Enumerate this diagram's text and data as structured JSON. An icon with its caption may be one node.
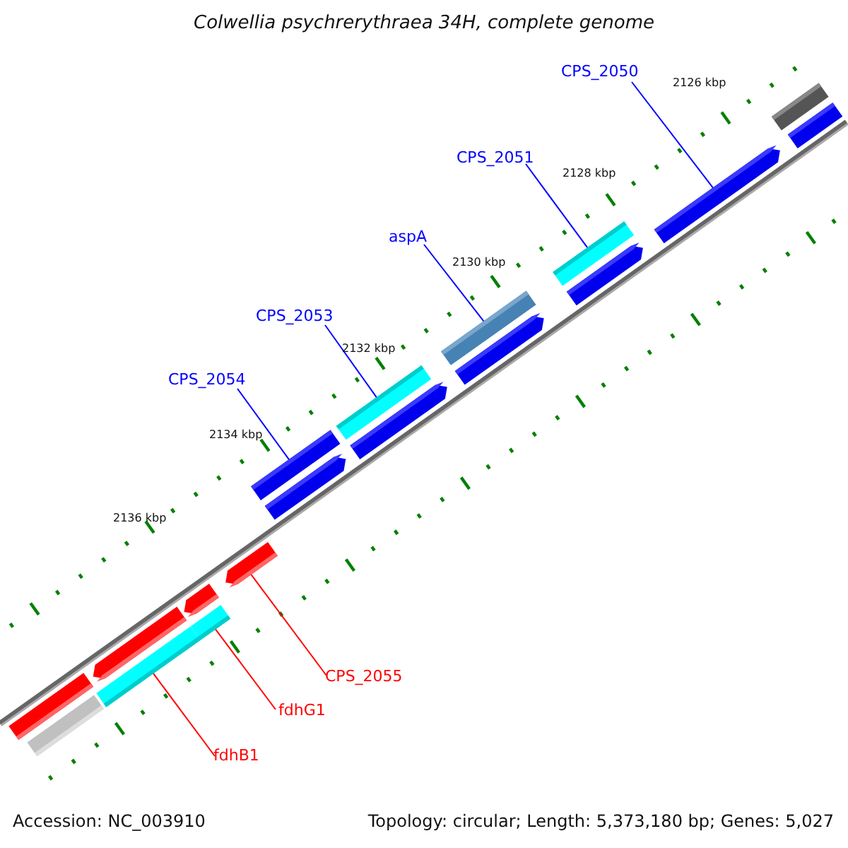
{
  "diagram": {
    "title": "Colwellia psychrerythraea 34H, complete genome",
    "nodes": [
      {
        "text": [
          "CPS_2050"
        ]
      },
      {
        "text": [
          "CPS_2051"
        ]
      },
      {
        "text": [
          "aspA"
        ]
      },
      {
        "text": [
          "CPS_2053"
        ]
      },
      {
        "text": [
          "CPS_2054"
        ]
      },
      {
        "text": [
          "CPS_2055"
        ]
      },
      {
        "text": [
          "fdhG1"
        ]
      },
      {
        "text": [
          "fdhB1"
        ]
      },
      {
        "text": [],
        "shape": "bar"
      },
      {
        "text": [],
        "shape": "bar"
      },
      {
        "text": [],
        "shape": "bar"
      },
      {
        "text": [],
        "shape": "bar"
      },
      {
        "text": [],
        "shape": "bar"
      },
      {
        "text": [],
        "shape": "bar"
      },
      {
        "text": [],
        "shape": "bar"
      },
      {
        "text": [],
        "shape": "bar"
      }
    ],
    "edges": [
      {
        "from": 0,
        "to": 15,
        "arrow": "none"
      },
      {
        "from": 1,
        "to": 14,
        "arrow": "none"
      },
      {
        "from": 2,
        "to": 13,
        "arrow": "none"
      },
      {
        "from": 3,
        "to": 12,
        "arrow": "none"
      },
      {
        "from": 4,
        "to": 11,
        "arrow": "none"
      },
      {
        "from": 5,
        "to": 10,
        "arrow": "none",
        "color": "#ff0000"
      },
      {
        "from": 6,
        "to": 9,
        "arrow": "none",
        "color": "#ff0000"
      },
      {
        "from": 7,
        "to": 8,
        "arrow": "none",
        "color": "#ff0000"
      }
    ],
    "labels": [
      "2126 kbp",
      "2128 kbp",
      "2130 kbp",
      "2132 kbp",
      "2134 kbp",
      "2136 kbp",
      "Accession: NC_003910",
      "Topology: circular; Length: 5,373,180 bp; Genes: 5,027"
    ]
  }
}
